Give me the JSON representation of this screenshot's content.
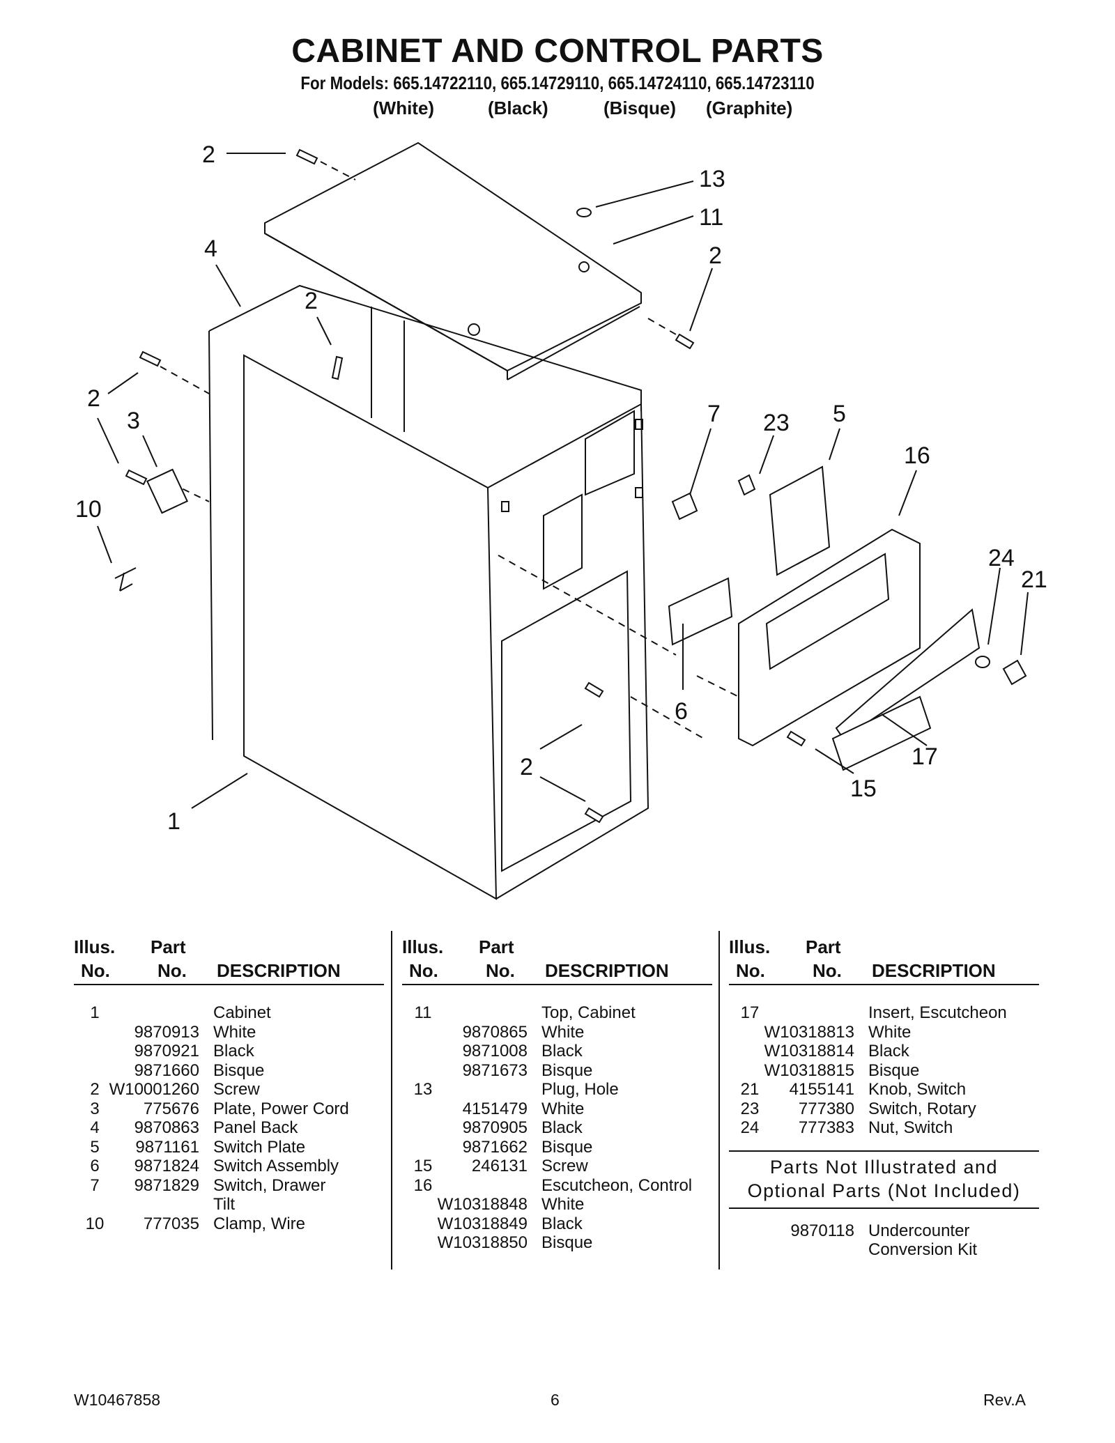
{
  "header": {
    "title": "CABINET AND CONTROL PARTS",
    "models_line": "For Models: 665.14722110, 665.14729110, 665.14724110, 665.14723110",
    "colors": [
      "(White)",
      "(Black)",
      "(Bisque)",
      "(Graphite)"
    ]
  },
  "diagram": {
    "callouts": [
      "2",
      "13",
      "11",
      "4",
      "2",
      "2",
      "2",
      "3",
      "7",
      "23",
      "5",
      "16",
      "10",
      "24",
      "21",
      "6",
      "17",
      "2",
      "15",
      "1"
    ]
  },
  "table": {
    "headers": {
      "illus": "Illus.",
      "no": "No.",
      "part": "Part",
      "part_no": "No.",
      "description": "DESCRIPTION"
    },
    "columns": [
      [
        {
          "illus": "1",
          "part": "",
          "desc": "Cabinet"
        },
        {
          "illus": "",
          "part": "9870913",
          "desc": "White"
        },
        {
          "illus": "",
          "part": "9870921",
          "desc": "Black"
        },
        {
          "illus": "",
          "part": "9871660",
          "desc": "Bisque"
        },
        {
          "illus": "2",
          "part": "W10001260",
          "desc": "Screw"
        },
        {
          "illus": "3",
          "part": "775676",
          "desc": "Plate, Power Cord"
        },
        {
          "illus": "4",
          "part": "9870863",
          "desc": "Panel Back"
        },
        {
          "illus": "5",
          "part": "9871161",
          "desc": "Switch Plate"
        },
        {
          "illus": "6",
          "part": "9871824",
          "desc": "Switch Assembly"
        },
        {
          "illus": "7",
          "part": "9871829",
          "desc": "Switch, Drawer"
        },
        {
          "illus": "",
          "part": "",
          "desc": "Tilt"
        },
        {
          "illus": "10",
          "part": "777035",
          "desc": "Clamp, Wire"
        }
      ],
      [
        {
          "illus": "11",
          "part": "",
          "desc": "Top, Cabinet"
        },
        {
          "illus": "",
          "part": "9870865",
          "desc": "White"
        },
        {
          "illus": "",
          "part": "9871008",
          "desc": "Black"
        },
        {
          "illus": "",
          "part": "9871673",
          "desc": "Bisque"
        },
        {
          "illus": "13",
          "part": "",
          "desc": "Plug, Hole"
        },
        {
          "illus": "",
          "part": "4151479",
          "desc": "White"
        },
        {
          "illus": "",
          "part": "9870905",
          "desc": "Black"
        },
        {
          "illus": "",
          "part": "9871662",
          "desc": "Bisque"
        },
        {
          "illus": "15",
          "part": "246131",
          "desc": "Screw"
        },
        {
          "illus": "16",
          "part": "",
          "desc": "Escutcheon, Control"
        },
        {
          "illus": "",
          "part": "W10318848",
          "desc": "White"
        },
        {
          "illus": "",
          "part": "W10318849",
          "desc": "Black"
        },
        {
          "illus": "",
          "part": "W10318850",
          "desc": "Bisque"
        }
      ],
      [
        {
          "illus": "17",
          "part": "",
          "desc": "Insert, Escutcheon"
        },
        {
          "illus": "",
          "part": "W10318813",
          "desc": "White"
        },
        {
          "illus": "",
          "part": "W10318814",
          "desc": "Black"
        },
        {
          "illus": "",
          "part": "W10318815",
          "desc": "Bisque"
        },
        {
          "illus": "21",
          "part": "4155141",
          "desc": "Knob, Switch"
        },
        {
          "illus": "23",
          "part": "777380",
          "desc": "Switch, Rotary"
        },
        {
          "illus": "24",
          "part": "777383",
          "desc": "Nut, Switch"
        }
      ]
    ],
    "not_illustrated": {
      "line1": "Parts Not Illustrated and",
      "line2": "Optional Parts (Not Included)",
      "part": "9870118",
      "desc1": "Undercounter",
      "desc2": "Conversion Kit"
    }
  },
  "footer": {
    "doc_number": "W10467858",
    "page": "6",
    "revision": "Rev.A"
  }
}
